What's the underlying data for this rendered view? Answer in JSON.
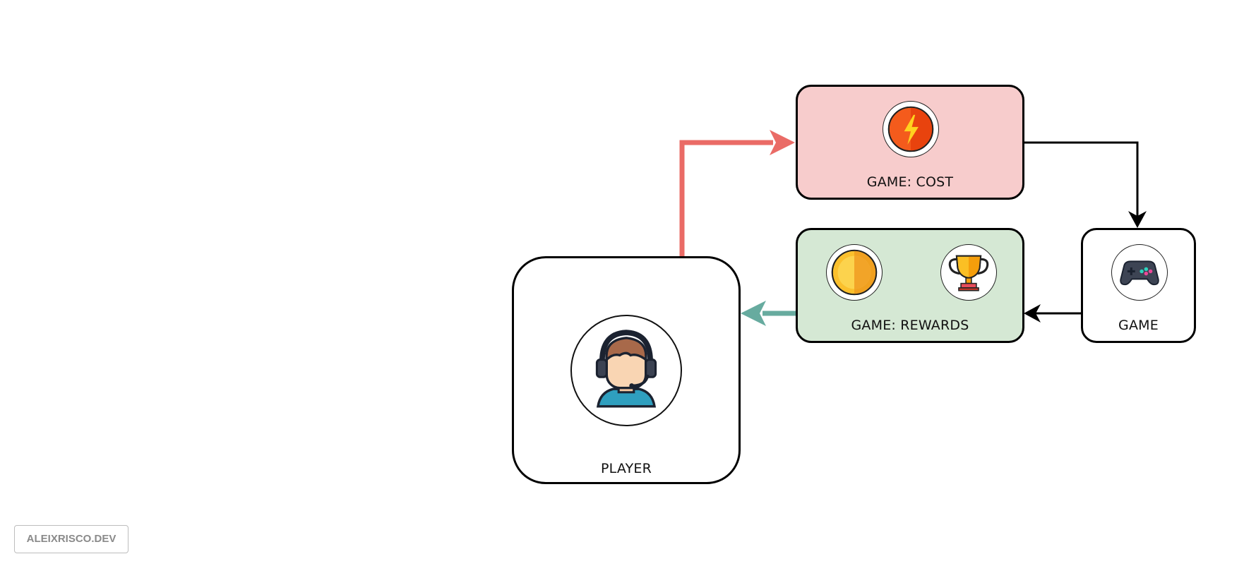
{
  "diagram": {
    "nodes": {
      "player": {
        "label": "PLAYER",
        "icon": "gamer-headset-icon"
      },
      "cost": {
        "label": "GAME: COST",
        "icon": "energy-bolt-icon",
        "fill": "#f7cccc"
      },
      "rewards": {
        "label": "GAME: REWARDS",
        "icons": [
          "coin-icon",
          "trophy-icon"
        ],
        "fill": "#d5e8d4"
      },
      "game": {
        "label": "GAME",
        "icon": "gamepad-icon"
      }
    },
    "edges": [
      {
        "from": "player",
        "to": "cost",
        "color": "#ea6b66"
      },
      {
        "from": "cost",
        "to": "game",
        "color": "#000000"
      },
      {
        "from": "game",
        "to": "rewards",
        "color": "#000000"
      },
      {
        "from": "rewards",
        "to": "player",
        "color": "#67ab9f"
      }
    ]
  },
  "watermark": "ALEIXRISCO.DEV"
}
